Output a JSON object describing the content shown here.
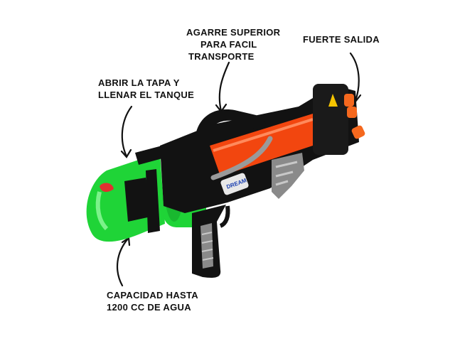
{
  "annotations": {
    "top_handle": [
      "AGARRE SUPERIOR",
      "PARA FACIL",
      "TRANSPORTE"
    ],
    "output": [
      "FUERTE SALIDA"
    ],
    "tank_cap": [
      "ABRIR LA TAPA Y",
      "LLENAR EL TANQUE"
    ],
    "capacity": [
      "CAPACIDAD HASTA",
      "1200 CC DE AGUA"
    ]
  },
  "product_logo_text": "DREAM",
  "colors": {
    "tank_green": "#1fd437",
    "body_black": "#121212",
    "barrel_orange": "#f2460f",
    "grip_gray": "#8a8a8a",
    "nozzle_orange": "#f5681e"
  }
}
